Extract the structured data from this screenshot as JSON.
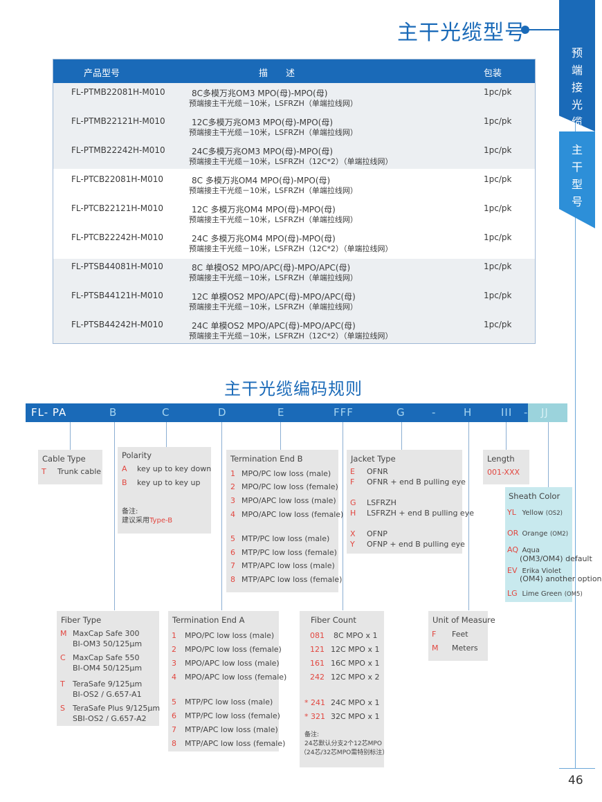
{
  "side_tab": {
    "upper": [
      "预",
      "端",
      "接",
      "光",
      "缆"
    ],
    "lower": [
      "主",
      "干",
      "型",
      "号"
    ]
  },
  "page_title": "主干光缆型号",
  "table": {
    "headers": [
      "产品型号",
      "描　　述",
      "包装"
    ],
    "rows": [
      {
        "model": "FL-PTMB22081H-M010",
        "desc1": "8C多模万兆OM3 MPO(母)-MPO(母)",
        "desc2": "预端接主干光缆－10米，LSFRZH（单端拉线网）",
        "pack": "1pc/pk"
      },
      {
        "model": "FL-PTMB22121H-M010",
        "desc1": "12C多模万兆OM3 MPO(母)-MPO(母)",
        "desc2": "预端接主干光缆－10米，LSFRZH（单端拉线网）",
        "pack": "1pc/pk"
      },
      {
        "model": "FL-PTMB22242H-M010",
        "desc1": "24C多模万兆OM3 MPO(母)-MPO(母)",
        "desc2": "预端接主干光缆－10米，LSFRZH（12C*2）（单端拉线网）",
        "pack": "1pc/pk"
      },
      {
        "model": "FL-PTCB22081H-M010",
        "desc1": "8C 多模万兆OM4 MPO(母)-MPO(母)",
        "desc2": "预端接主干光缆－10米，LSFRZH（单端拉线网）",
        "pack": "1pc/pk"
      },
      {
        "model": "FL-PTCB22121H-M010",
        "desc1": "12C 多模万兆OM4 MPO(母)-MPO(母)",
        "desc2": "预端接主干光缆－10米，LSFRZH（单端拉线网）",
        "pack": "1pc/pk"
      },
      {
        "model": "FL-PTCB22242H-M010",
        "desc1": "24C 多模万兆OM4 MPO(母)-MPO(母)",
        "desc2": "预端接主干光缆－10米，LSFRZH（12C*2）（单端拉线网）",
        "pack": "1pc/pk"
      },
      {
        "model": "FL-PTSB44081H-M010",
        "desc1": "8C 单模OS2 MPO/APC(母)-MPO/APC(母)",
        "desc2": "预端接主干光缆－10米，LSFRZH（单端拉线网）",
        "pack": "1pc/pk"
      },
      {
        "model": "FL-PTSB44121H-M010",
        "desc1": "12C 单模OS2 MPO/APC(母)-MPO/APC(母)",
        "desc2": "预端接主干光缆－10米，LSFRZH（单端拉线网）",
        "pack": "1pc/pk"
      },
      {
        "model": "FL-PTSB44242H-M010",
        "desc1": "24C 单模OS2 MPO/APC(母)-MPO/APC(母)",
        "desc2": "预端接主干光缆－10米，LSFRZH（12C*2）（单端拉线网）",
        "pack": "1pc/pk"
      }
    ]
  },
  "section_title": "主干光缆编码规则",
  "code_bar": {
    "segments": [
      "FL- PA",
      "B",
      "C",
      "D",
      "E",
      "FFF",
      "G",
      "-",
      "H",
      "III",
      "-",
      "JJ"
    ]
  },
  "cable_type": {
    "title": "Cable Type",
    "code": "T",
    "label": "Trunk cable"
  },
  "polarity": {
    "title": "Polarity",
    "items": [
      {
        "code": "A",
        "label": "key up to key down"
      },
      {
        "code": "B",
        "label": "key up to key up"
      }
    ],
    "note_label": "备注:",
    "note_text": "建议采用",
    "note_highlight": "Type-B"
  },
  "termination_b": {
    "title": "Termination End B",
    "items": [
      {
        "code": "1",
        "label": "MPO/PC low loss (male)"
      },
      {
        "code": "2",
        "label": "MPO/PC low loss (female)"
      },
      {
        "code": "3",
        "label": "MPO/APC low loss (male)"
      },
      {
        "code": "4",
        "label": "MPO/APC low loss (female)"
      },
      {
        "code": "5",
        "label": "MTP/PC low loss (male)"
      },
      {
        "code": "6",
        "label": "MTP/PC low loss (female)"
      },
      {
        "code": "7",
        "label": "MTP/APC low loss (male)"
      },
      {
        "code": "8",
        "label": "MTP/APC low loss (female)"
      }
    ]
  },
  "jacket_type": {
    "title": "Jacket Type",
    "items": [
      {
        "code": "E",
        "label": "OFNR"
      },
      {
        "code": "F",
        "label": "OFNR + end B pulling eye"
      },
      {
        "code": "G",
        "label": "LSFRZH"
      },
      {
        "code": "H",
        "label": "LSFRZH + end B pulling eye"
      },
      {
        "code": "X",
        "label": "OFNP"
      },
      {
        "code": "Y",
        "label": "OFNP + end B pulling eye"
      }
    ]
  },
  "length": {
    "title": "Length",
    "value": "001-XXX"
  },
  "sheath_color": {
    "title": "Sheath Color",
    "items": [
      {
        "code": "YL",
        "label": "Yellow",
        "sub": "(OS2)"
      },
      {
        "code": "OR",
        "label": "Orange",
        "sub": "(OM2)"
      },
      {
        "code": "AQ",
        "label": "Aqua",
        "sub": "(OM3/OM4) default"
      },
      {
        "code": "EV",
        "label": "Erika Violet",
        "sub": "(OM4) another option"
      },
      {
        "code": "LG",
        "label": "Lime Green",
        "sub": "(OM5)"
      }
    ]
  },
  "fiber_type": {
    "title": "Fiber Type",
    "items": [
      {
        "code": "M",
        "label": "MaxCap Safe 300",
        "sub": "BI-OM3 50/125μm"
      },
      {
        "code": "C",
        "label": "MaxCap Safe 550",
        "sub": "BI-OM4 50/125μm"
      },
      {
        "code": "T",
        "label": "TeraSafe 9/125μm",
        "sub": "BI-OS2 / G.657-A1"
      },
      {
        "code": "S",
        "label": "TeraSafe Plus  9/125μm",
        "sub": "SBI-OS2 / G.657-A2"
      }
    ]
  },
  "termination_a": {
    "title": "Termination End A",
    "items": [
      {
        "code": "1",
        "label": "MPO/PC low loss (male)"
      },
      {
        "code": "2",
        "label": "MPO/PC low loss (female)"
      },
      {
        "code": "3",
        "label": "MPO/APC low loss (male)"
      },
      {
        "code": "4",
        "label": "MPO/APC low loss (female)"
      },
      {
        "code": "5",
        "label": "MTP/PC low loss (male)"
      },
      {
        "code": "6",
        "label": "MTP/PC low loss (female)"
      },
      {
        "code": "7",
        "label": "MTP/APC low loss (male)"
      },
      {
        "code": "8",
        "label": "MTP/APC low loss (female)"
      }
    ]
  },
  "fiber_count": {
    "title": "Fiber Count",
    "items": [
      {
        "code": "081",
        "label": "8C MPO x 1"
      },
      {
        "code": "121",
        "label": "12C MPO x 1"
      },
      {
        "code": "161",
        "label": "16C MPO x 1"
      },
      {
        "code": "242",
        "label": "12C MPO x 2"
      },
      {
        "code": "* 241",
        "label": "24C MPO x 1"
      },
      {
        "code": "* 321",
        "label": "32C MPO x 1"
      }
    ],
    "note_label": "备注:",
    "note_line1": "24芯默认分支2个12芯MPO",
    "note_line2": "（24芯/32芯MPO需特别标注）"
  },
  "unit_of_measure": {
    "title": "Unit of Measure",
    "items": [
      {
        "code": "F",
        "label": "Feet"
      },
      {
        "code": "M",
        "label": "Meters"
      }
    ]
  },
  "page_number": "46",
  "colors": {
    "primary": "#1a6ab8",
    "accent": "#e2463f",
    "box": "#e6e6e6",
    "aqua_box": "#c8e9ee"
  }
}
